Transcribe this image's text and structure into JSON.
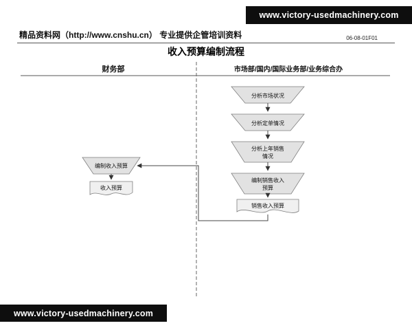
{
  "banners": {
    "top_url": "www.victory-usedmachinery.com",
    "bottom_url": "www.victory-usedmachinery.com"
  },
  "header": {
    "site_line": "精品资料网（http://www.cnshu.cn） 专业提供企管培训资料",
    "doc_code": "06-08-01F01",
    "title": "收入预算编制流程"
  },
  "columns": {
    "left": "财务部",
    "right": "市场部/国内/国际业务部/业务综合办"
  },
  "flowchart": {
    "right_steps": [
      {
        "lines": [
          "分析市场状况"
        ]
      },
      {
        "lines": [
          "分析定单情况"
        ]
      },
      {
        "lines": [
          "分析上年销售",
          "情况"
        ]
      },
      {
        "lines": [
          "编制销售收入",
          "预算"
        ]
      }
    ],
    "right_doc": "销售收入预算",
    "left_step": "编制收入预算",
    "left_doc": "收入预算"
  },
  "colors": {
    "banner_bg": "#0e0e0e",
    "banner_text": "#ffffff",
    "shape_fill": "#e2e2e2",
    "doc_fill": "#f0f0f0",
    "line_color": "#555555"
  }
}
